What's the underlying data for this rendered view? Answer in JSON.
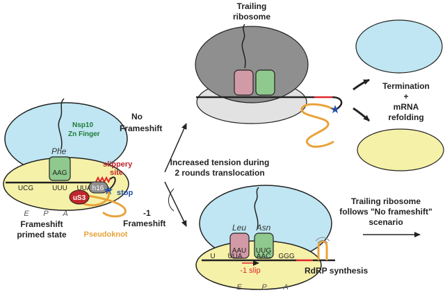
{
  "colors": {
    "light_blue": "#bfe6f2",
    "yellow": "#f6f1a8",
    "grey": "#8f8f8f",
    "light_grey": "#e2e2e2",
    "pink": "#d29aa6",
    "green": "#8fc98d",
    "orange": "#e8a33a",
    "red": "#e0252b",
    "dark_red": "#c0262c",
    "blue": "#1f4fa8",
    "dark_green": "#1f7a38",
    "olive_green": "#5f9a3e"
  },
  "left_panel": {
    "nsp10_line1": "Nsp10",
    "nsp10_line2": "Zn Finger",
    "trna_aa": "Phe",
    "anticodon": "AAG",
    "codons": [
      "UCG",
      "UUU",
      "UUA"
    ],
    "slippery_line1": "slippery",
    "slippery_line2": "site",
    "h16": "h16",
    "stop": "stop",
    "us3": "uS3",
    "sites": [
      "E",
      "P",
      "A"
    ],
    "title_line1": "Frameshift",
    "title_line2": "primed state",
    "pseudoknot": "Pseudoknot"
  },
  "branches": {
    "no_frameshift_line1": "No",
    "no_frameshift_line2": "Frameshift",
    "tension_line1": "Increased tension during",
    "tension_line2": "2 rounds translocation",
    "minus1_line1": "-1",
    "minus1_line2": "Frameshift"
  },
  "top_panel": {
    "trailing_line1": "Trailing",
    "trailing_line2": "ribosome",
    "outcome_line1": "Termination",
    "outcome_line2": "+",
    "outcome_line3": "mRNA",
    "outcome_line4": "refolding"
  },
  "bottom_panel": {
    "aa1": "Leu",
    "aa2": "Asn",
    "anticodon1": "AAU",
    "anticodon2": "UUG",
    "codons": [
      "U",
      "UUA",
      "AAC",
      "GGG"
    ],
    "slip": "-1 slip",
    "sites": [
      "E",
      "P",
      "A"
    ],
    "rdrp": "RdRP synthesis",
    "follow_line1": "Trailing ribosome",
    "follow_line2": "follows \"No frameshift\"",
    "follow_line3": "scenario"
  }
}
